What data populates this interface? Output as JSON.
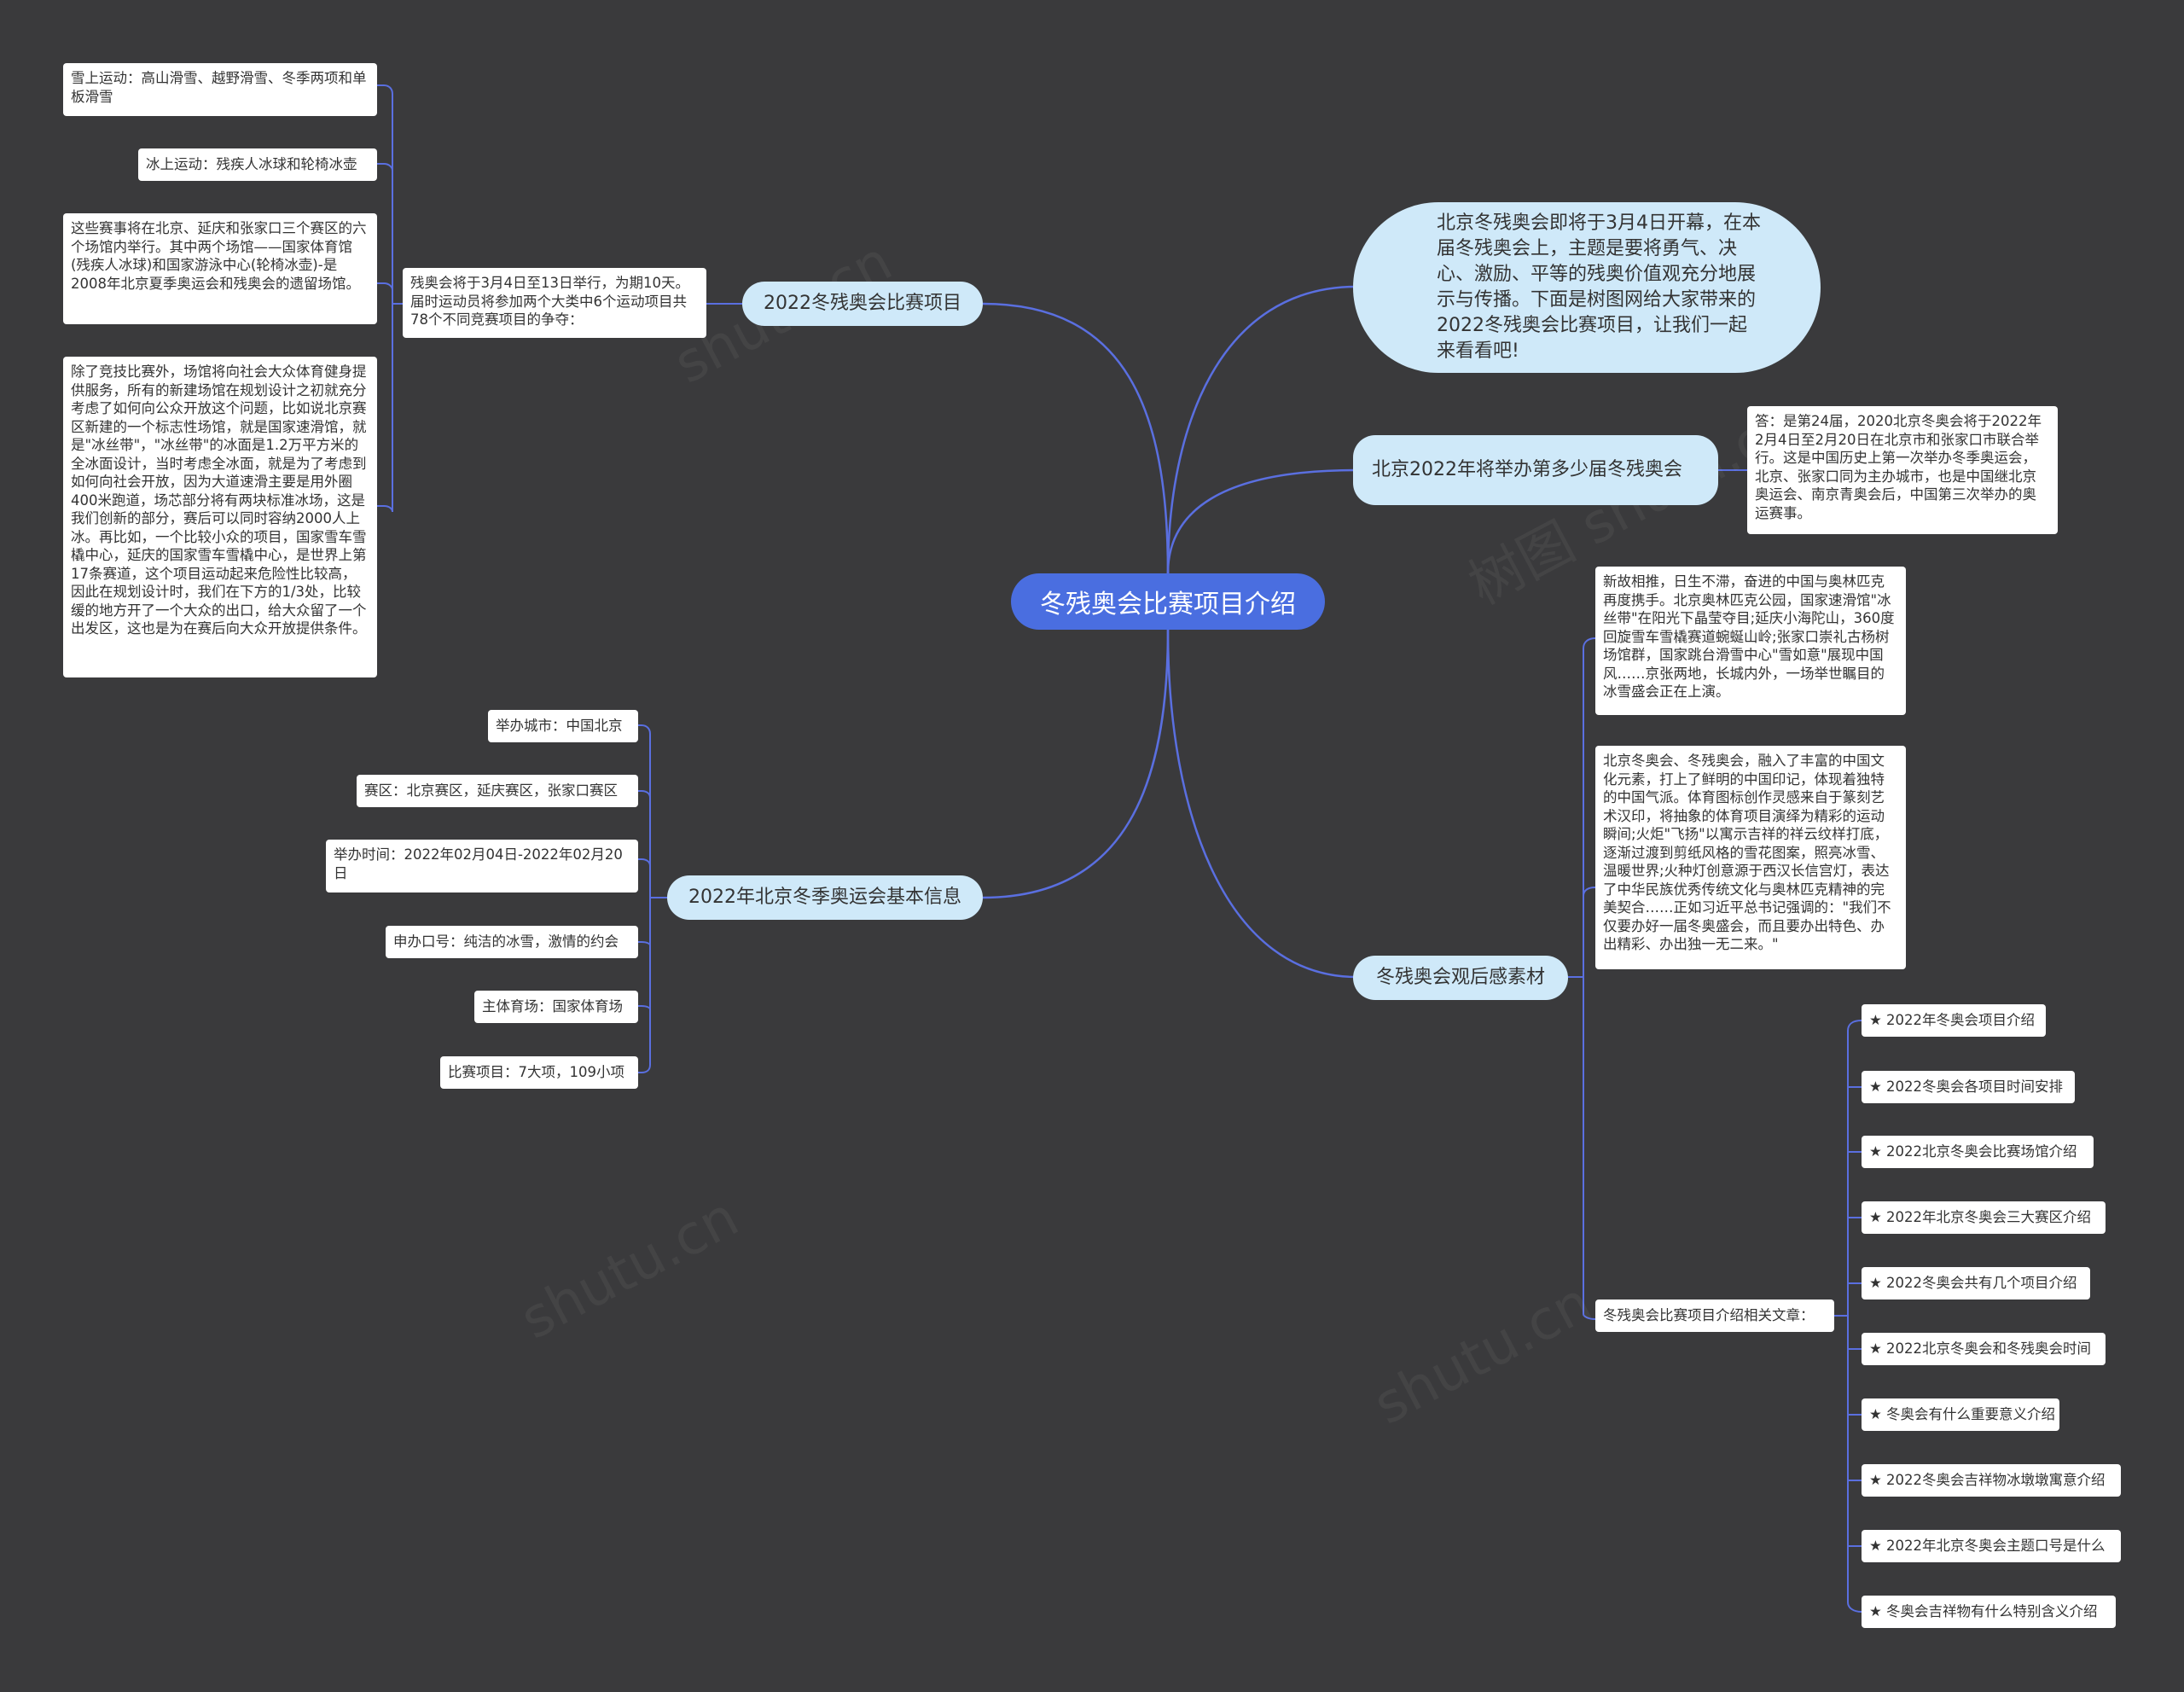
{
  "root": {
    "label": "冬残奥会比赛项目介绍"
  },
  "intro": {
    "text": "北京冬残奥会即将于3月4日开幕，在本届冬残奥会上，主题是要将勇气、决心、激励、平等的残奥价值观充分地展示与传播。下面是树图网给大家带来的2022冬残奥会比赛项目，让我们一起来看看吧!"
  },
  "edition": {
    "label": "北京2022年将举办第多少届冬残奥会",
    "answer": "答：是第24届，2020北京冬奥会将于2022年2月4日至2月20日在北京市和张家口市联合举行。这是中国历史上第一次举办冬季奥运会，北京、张家口同为主办城市，也是中国继北京奥运会、南京青奥会后，中国第三次举办的奥运赛事。"
  },
  "events": {
    "label": "2022冬残奥会比赛项目",
    "summary": "残奥会将于3月4日至13日举行，为期10天。届时运动员将参加两个大类中6个运动项目共78个不同竞赛项目的争夺：",
    "items": [
      "雪上运动：高山滑雪、越野滑雪、冬季两项和单板滑雪",
      "冰上运动：残疾人冰球和轮椅冰壶",
      "这些赛事将在北京、延庆和张家口三个赛区的六个场馆内举行。其中两个场馆——国家体育馆(残疾人冰球)和国家游泳中心(轮椅冰壶)-是2008年北京夏季奥运会和残奥会的遗留场馆。",
      "除了竞技比赛外，场馆将向社会大众体育健身提供服务，所有的新建场馆在规划设计之初就充分考虑了如何向公众开放这个问题，比如说北京赛区新建的一个标志性场馆，就是国家速滑馆，就是\"冰丝带\"，\"冰丝带\"的冰面是1.2万平方米的全冰面设计，当时考虑全冰面，就是为了考虑到如何向社会开放，因为大道速滑主要是用外圈400米跑道，场芯部分将有两块标准冰场，这是我们创新的部分，赛后可以同时容纳2000人上冰。再比如，一个比较小众的项目，国家雪车雪橇中心，延庆的国家雪车雪橇中心，是世界上第17条赛道，这个项目运动起来危险性比较高，因此在规划设计时，我们在下方的1/3处，比较缓的地方开了一个大众的出口，给大众留了一个出发区，这也是为在赛后向大众开放提供条件。"
    ]
  },
  "basic_info": {
    "label": "2022年北京冬季奥运会基本信息",
    "items": [
      "举办城市：中国北京",
      "赛区：北京赛区，延庆赛区，张家口赛区",
      "举办时间：2022年02月04日-2022年02月20日",
      "申办口号：纯洁的冰雪，激情的约会",
      "主体育场：国家体育场",
      "比赛项目：7大项，109小项"
    ]
  },
  "reflections": {
    "label": "冬残奥会观后感素材",
    "texts": [
      "新故相推，日生不滞，奋进的中国与奥林匹克再度携手。北京奥林匹克公园，国家速滑馆\"冰丝带\"在阳光下晶莹夺目;延庆小海陀山，360度回旋雪车雪橇赛道蜿蜒山岭;张家口崇礼古杨树场馆群，国家跳台滑雪中心\"雪如意\"展现中国风……京张两地，长城内外，一场举世瞩目的冰雪盛会正在上演。",
      "北京冬奥会、冬残奥会，融入了丰富的中国文化元素，打上了鲜明的中国印记，体现着独特的中国气派。体育图标创作灵感来自于篆刻艺术汉印，将抽象的体育项目演绎为精彩的运动瞬间;火炬\"飞扬\"以寓示吉祥的祥云纹样打底，逐渐过渡到剪纸风格的雪花图案，照亮冰雪、温暖世界;火种灯创意源于西汉长信宫灯，表达了中华民族优秀传统文化与奥林匹克精神的完美契合……正如习近平总书记强调的：\"我们不仅要办好一届冬奥盛会，而且要办出特色、办出精彩、办出独一无二来。\""
    ],
    "related_label": "冬残奥会比赛项目介绍相关文章：",
    "articles": [
      "★ 2022年冬奥会项目介绍",
      "★ 2022冬奥会各项目时间安排",
      "★ 2022北京冬奥会比赛场馆介绍",
      "★ 2022年北京冬奥会三大赛区介绍",
      "★ 2022冬奥会共有几个项目介绍",
      "★ 2022北京冬奥会和冬残奥会时间",
      "★ 冬奥会有什么重要意义介绍",
      "★ 2022冬奥会吉祥物冰墩墩寓意介绍",
      "★ 2022年北京冬奥会主题口号是什么",
      "★ 冬奥会吉祥物有什么特别含义介绍"
    ]
  },
  "colors": {
    "background": "#3a3a3c",
    "root": "#4a6ee0",
    "branch": "#cfe9f9",
    "leaf": "#ffffff",
    "line": "#5a6fe0"
  }
}
